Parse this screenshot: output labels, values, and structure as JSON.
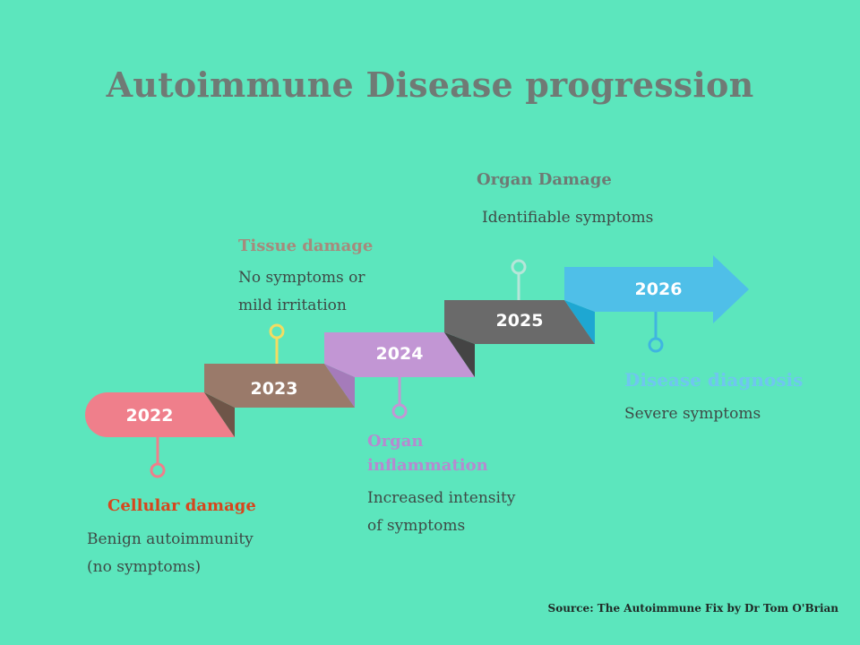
{
  "title": "Autoimmune Disease progression",
  "source": "Source: The Autoimmune Fix by Dr Tom O'Brian",
  "colors": {
    "background": "#5ce6bd",
    "step_2022": "#ef7f8b",
    "step_2023": "#9a7a6a",
    "step_2024": "#c296d4",
    "step_2025": "#6a6a6a",
    "step_2026": "#4fbfe8"
  },
  "stages": [
    {
      "year": "2022",
      "label": "Cellular damage",
      "description_lines": [
        "Benign autoimmunity",
        "(no symptoms)"
      ]
    },
    {
      "year": "2023",
      "label": "Tissue damage",
      "description_lines": [
        "No symptoms or",
        "mild irritation"
      ]
    },
    {
      "year": "2024",
      "label_lines": [
        "Organ",
        "inflammation"
      ],
      "description_lines": [
        "Increased intensity",
        "of symptoms"
      ]
    },
    {
      "year": "2025",
      "label": "Organ Damage",
      "description_lines": [
        "Identifiable symptoms"
      ]
    },
    {
      "year": "2026",
      "label": "Disease diagnosis",
      "description_lines": [
        "Severe symptoms"
      ]
    }
  ]
}
